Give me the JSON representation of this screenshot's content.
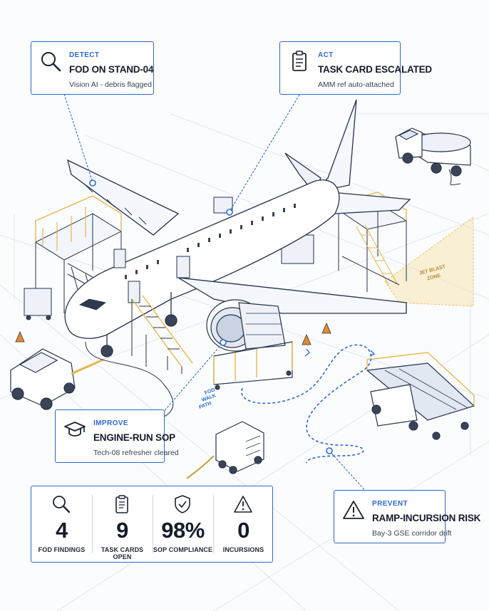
{
  "cards": {
    "detect": {
      "tag": "DETECT",
      "title": "FOD ON STAND-04",
      "sub": "Vision AI - debris flagged",
      "icon": "magnifier-icon"
    },
    "act": {
      "tag": "ACT",
      "title": "TASK CARD ESCALATED",
      "sub": "AMM ref auto-attached",
      "icon": "clipboard-icon"
    },
    "improve": {
      "tag": "IMPROVE",
      "title": "ENGINE-RUN SOP",
      "sub": "Tech-08 refresher cleared",
      "icon": "graduation-cap-icon"
    },
    "prevent": {
      "tag": "PREVENT",
      "title": "RAMP-INCURSION RISK",
      "sub": "Bay-3 GSE corridor drift",
      "icon": "warning-icon"
    }
  },
  "kpis": [
    {
      "value": "4",
      "label": "FOD FINDINGS",
      "icon": "magnifier-icon"
    },
    {
      "value": "9",
      "label": "TASK CARDS OPEN",
      "icon": "clipboard-icon"
    },
    {
      "value": "98%",
      "label": "SOP COMPLIANCE",
      "icon": "shield-check-icon"
    },
    {
      "value": "0",
      "label": "INCURSIONS",
      "icon": "warning-icon"
    }
  ],
  "scene": {
    "jet_blast_label": [
      "JET BLAST",
      "ZONE"
    ],
    "fod_path_label": [
      "FOD",
      "WALK",
      "PATH"
    ]
  },
  "colors": {
    "accent": "#2e6ad1",
    "line": "#24324a",
    "blueprint": "#c9d6ea",
    "safety_yellow": "#e6b84a",
    "cone_orange": "#e58a2c"
  }
}
